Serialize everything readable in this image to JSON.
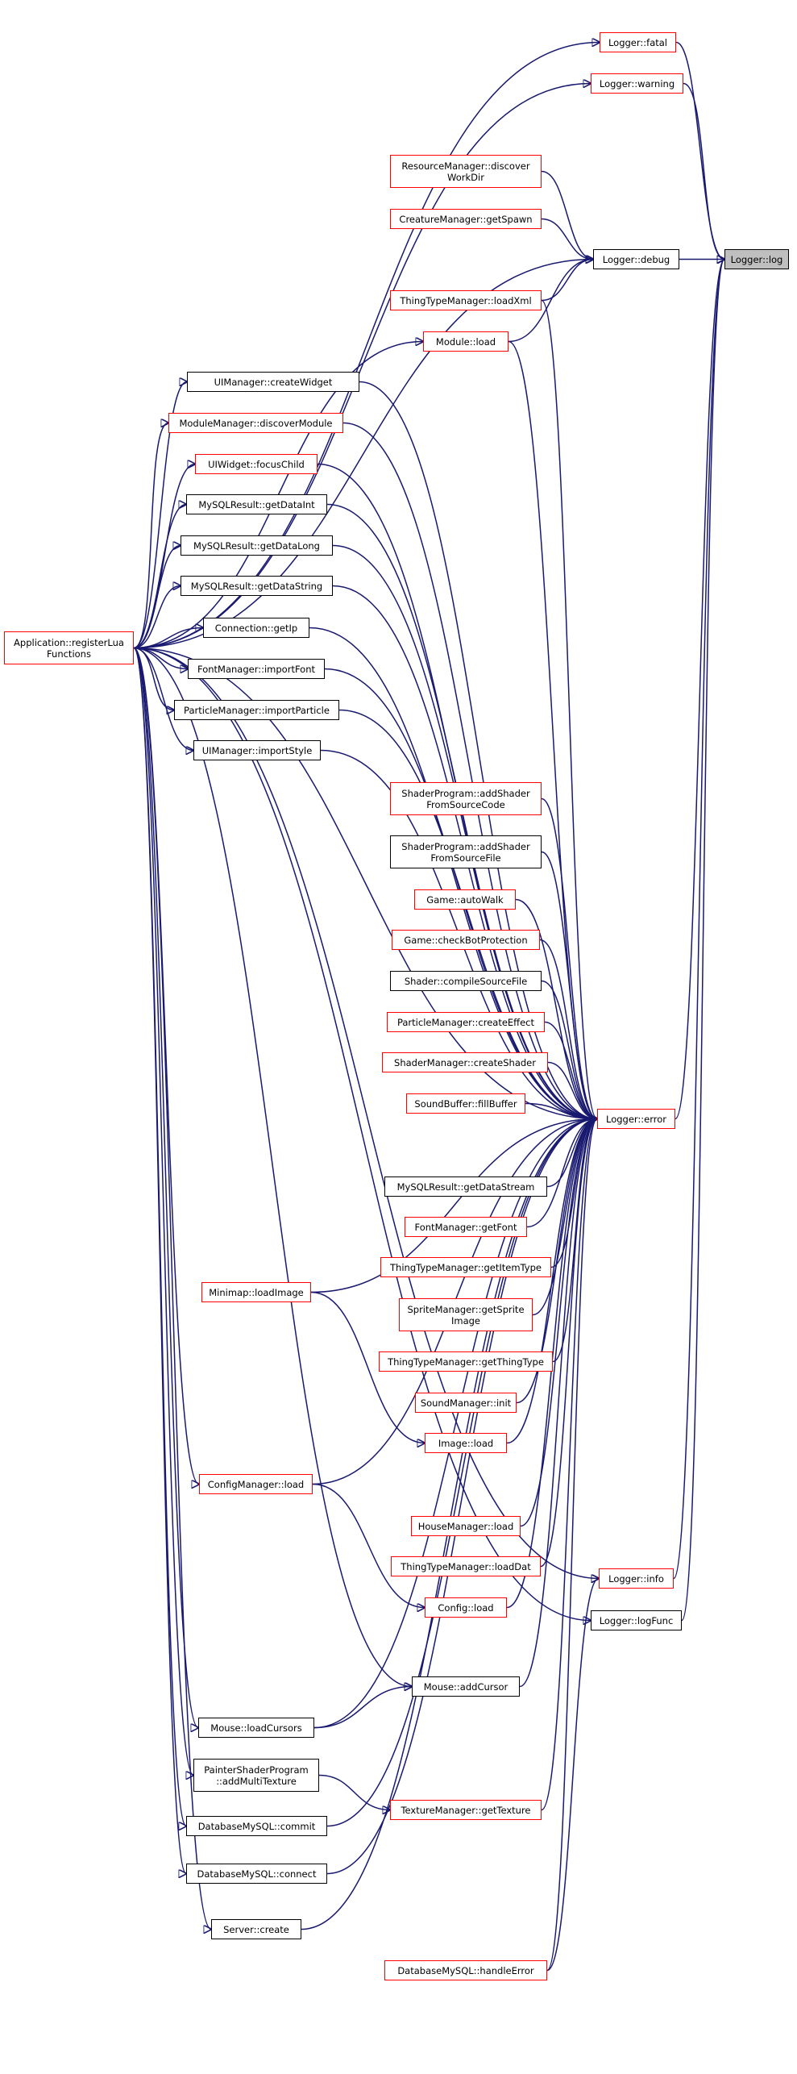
{
  "diagram": {
    "colors": {
      "edge": "#191970",
      "node_border": "#000000",
      "incomplete_border": "#ff0000",
      "focus_fill": "#bfbfbf"
    },
    "nodes": {
      "logger_log": "Logger::log",
      "logger_fatal": "Logger::fatal",
      "logger_warning": "Logger::warning",
      "logger_debug": "Logger::debug",
      "logger_error": "Logger::error",
      "logger_info": "Logger::info",
      "logger_logfunc": "Logger::logFunc",
      "resourcemanager_discoverworkdir": "ResourceManager::discover\nWorkDir",
      "creaturemanager_getspawn": "CreatureManager::getSpawn",
      "thingtypemanager_loadxml": "ThingTypeManager::loadXml",
      "module_load": "Module::load",
      "uimanager_createwidget": "UIManager::createWidget",
      "modulemanager_discovermodule": "ModuleManager::discoverModule",
      "uiwidget_focuschild": "UIWidget::focusChild",
      "mysqlresult_getdataint": "MySQLResult::getDataInt",
      "mysqlresult_getdatalong": "MySQLResult::getDataLong",
      "mysqlresult_getdatastring": "MySQLResult::getDataString",
      "connection_getip": "Connection::getIp",
      "fontmanager_importfont": "FontManager::importFont",
      "particlemanager_importparticle": "ParticleManager::importParticle",
      "uimanager_importstyle": "UIManager::importStyle",
      "application_registerluafunctions": "Application::registerLua\nFunctions",
      "shaderprogram_addshaderfromsourcecode": "ShaderProgram::addShader\nFromSourceCode",
      "shaderprogram_addshaderfromsourcefile": "ShaderProgram::addShader\nFromSourceFile",
      "game_autowalk": "Game::autoWalk",
      "game_checkbotprotection": "Game::checkBotProtection",
      "shader_compilesourcefile": "Shader::compileSourceFile",
      "particlemanager_createeffect": "ParticleManager::createEffect",
      "shadermanager_createshader": "ShaderManager::createShader",
      "soundbuffer_fillbuffer": "SoundBuffer::fillBuffer",
      "mysqlresult_getdatastream": "MySQLResult::getDataStream",
      "fontmanager_getfont": "FontManager::getFont",
      "thingtypemanager_getitemtype": "ThingTypeManager::getItemType",
      "spritemanager_getspriteimage": "SpriteManager::getSprite\nImage",
      "thingtypemanager_getthingtype": "ThingTypeManager::getThingType",
      "soundmanager_init": "SoundManager::init",
      "minimap_loadimage": "Minimap::loadImage",
      "image_load": "Image::load",
      "configmanager_load": "ConfigManager::load",
      "housemanager_load": "HouseManager::load",
      "thingtypemanager_loaddat": "ThingTypeManager::loadDat",
      "config_load": "Config::load",
      "mouse_addcursor": "Mouse::addCursor",
      "mouse_loadcursors": "Mouse::loadCursors",
      "paintershaderprogram_addmultitexture": "PainterShaderProgram\n::addMultiTexture",
      "texturemanager_gettexture": "TextureManager::getTexture",
      "databasemysql_commit": "DatabaseMySQL::commit",
      "databasemysql_connect": "DatabaseMySQL::connect",
      "server_create": "Server::create",
      "databasemysql_handleerror": "DatabaseMySQL::handleError"
    }
  }
}
